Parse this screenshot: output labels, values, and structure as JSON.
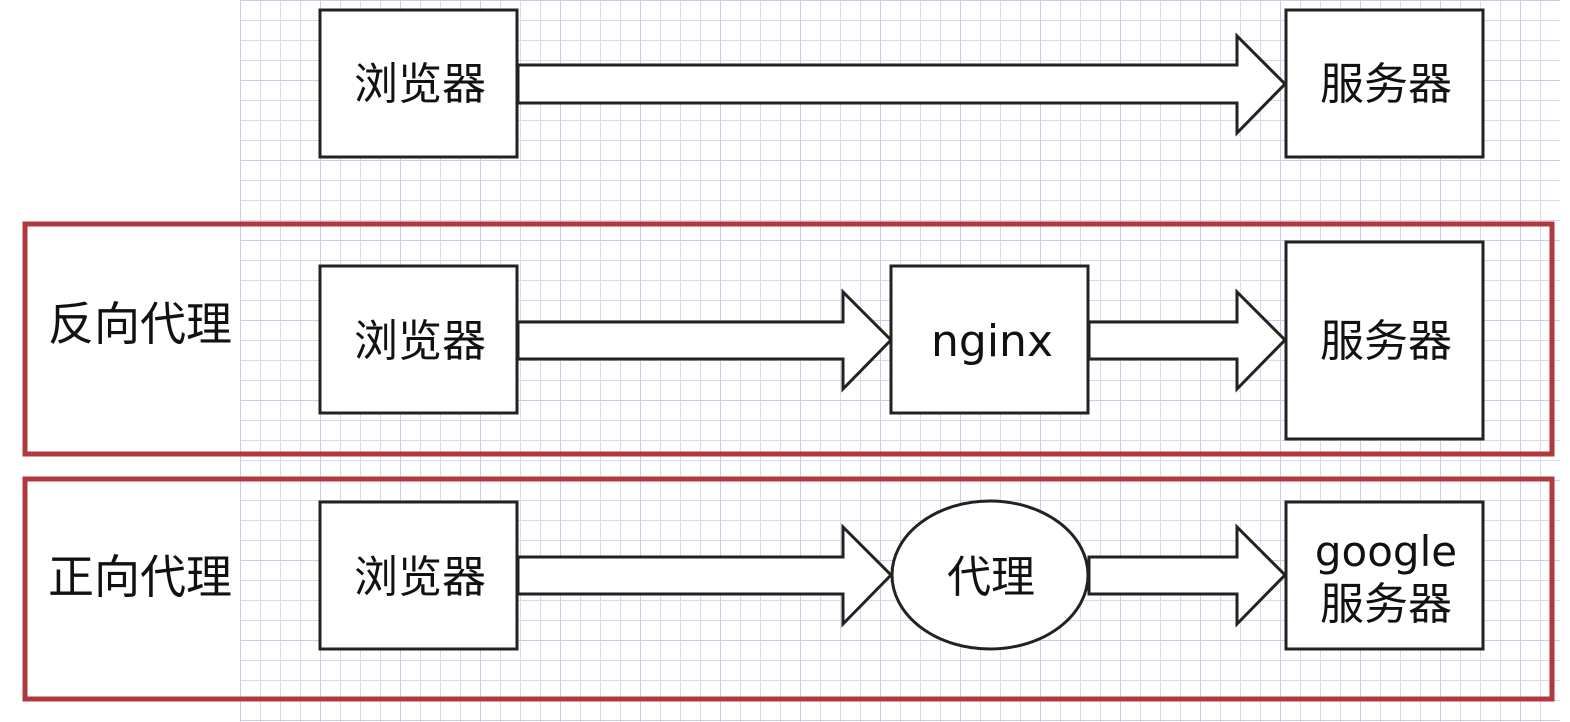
{
  "diagram": {
    "direct": {
      "browser": "浏览器",
      "server": "服务器"
    },
    "reverse_proxy": {
      "label": "反向代理",
      "browser": "浏览器",
      "proxy": "nginx",
      "server": "服务器"
    },
    "forward_proxy": {
      "label": "正向代理",
      "browser": "浏览器",
      "proxy": "代理",
      "server_line1": "google",
      "server_line2": "服务器"
    }
  },
  "colors": {
    "section_border": "#b0393d",
    "node_stroke": "#222222",
    "node_fill": "#ffffff",
    "grid": "#d9d9f2"
  }
}
